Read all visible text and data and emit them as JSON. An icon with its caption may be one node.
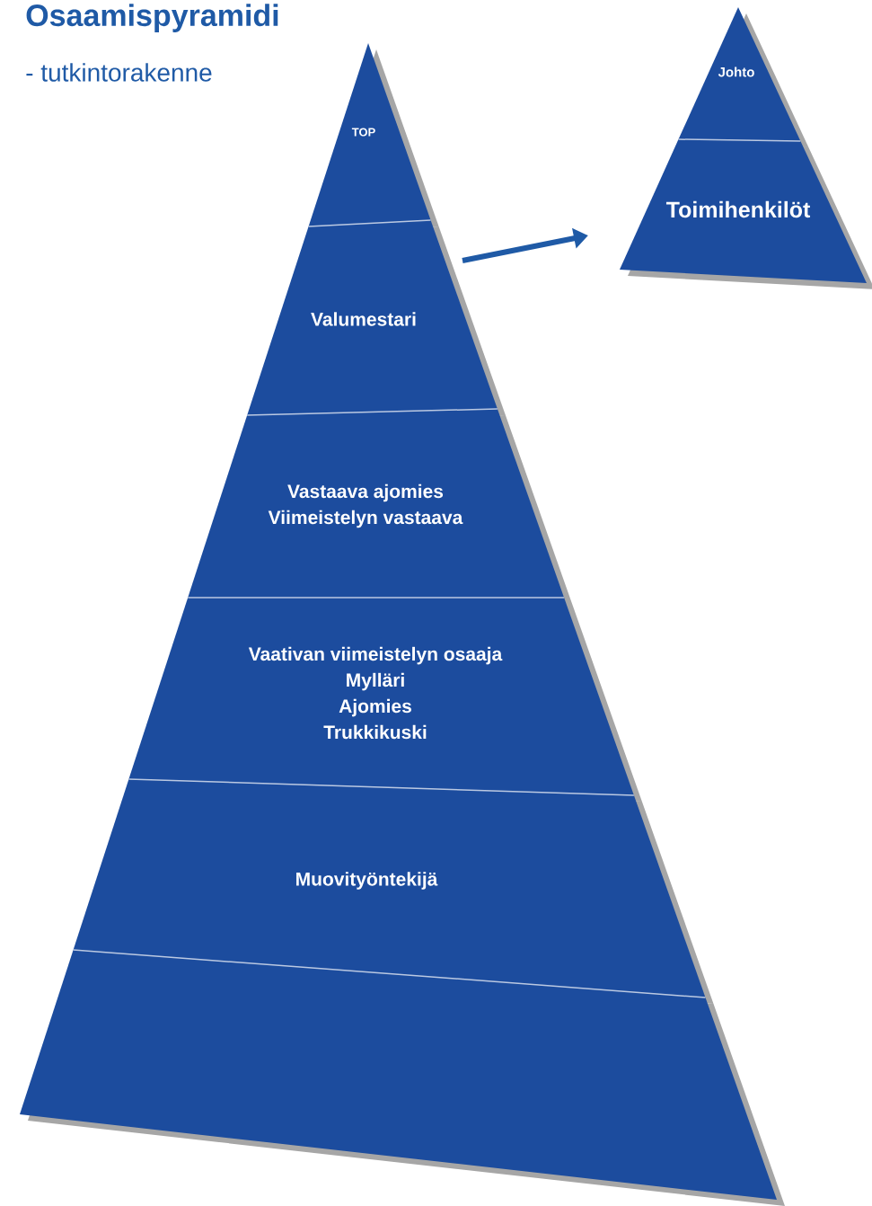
{
  "diagram": {
    "title": "Osaamispyramidi",
    "nodes": [
      {
        "text": [
          "TOP"
        ]
      },
      {
        "text": [
          "Valumestari"
        ]
      },
      {
        "text": [
          "Vastaava ajomies",
          "Viimeistelyn vastaava"
        ]
      },
      {
        "text": [
          "Vaativan viimeistelyn osaaja",
          "Mylläri",
          "Ajomies",
          "Trukkikuski"
        ]
      },
      {
        "text": [
          "Muovityöntekijä"
        ]
      },
      {
        "text": [],
        "shape": "band"
      },
      {
        "text": [
          "Johto"
        ]
      },
      {
        "text": [
          "Toimihenkilöt"
        ]
      }
    ],
    "edges": [
      {
        "from": 1,
        "to": 7,
        "arrow": "to"
      }
    ],
    "labels": [
      "- tutkintorakenne"
    ]
  }
}
